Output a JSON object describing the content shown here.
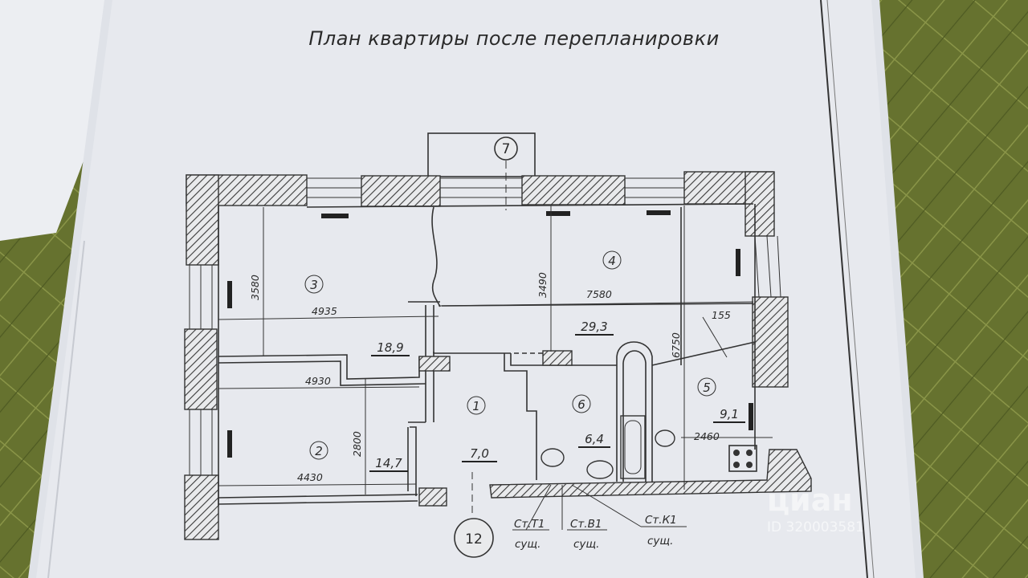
{
  "plan": {
    "title": "План квартиры после перепланировки",
    "axes": {
      "top": "7",
      "bottom": "12"
    },
    "rooms": [
      {
        "number": "1",
        "area": "7,0"
      },
      {
        "number": "2",
        "area": "14,7"
      },
      {
        "number": "3",
        "area": "18,9"
      },
      {
        "number": "4",
        "area": "29,3"
      },
      {
        "number": "5",
        "area": "9,1"
      },
      {
        "number": "6",
        "area": "6,4"
      }
    ],
    "dimensions": [
      "3580",
      "4935",
      "4930",
      "2800",
      "4430",
      "3490",
      "7580",
      "6750",
      "155",
      "2460"
    ],
    "risers": [
      {
        "label": "Ст.Т1",
        "note": "сущ."
      },
      {
        "label": "Ст.В1",
        "note": "сущ."
      },
      {
        "label": "Ст.К1",
        "note": "сущ."
      }
    ]
  },
  "watermark": {
    "brand": "циан",
    "id_text": "ID 320003581"
  }
}
